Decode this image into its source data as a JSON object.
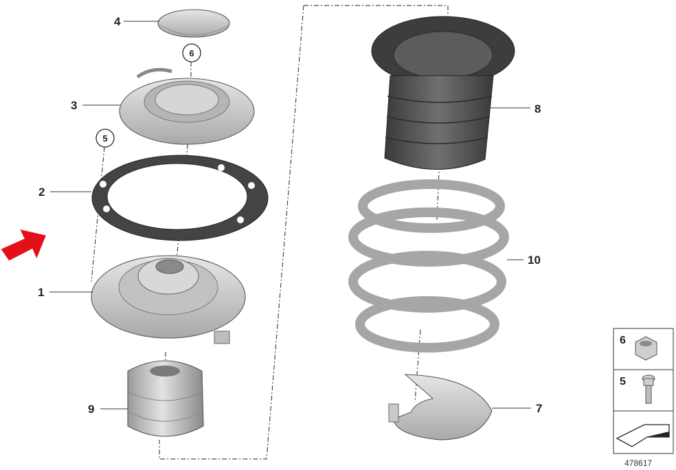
{
  "callouts": {
    "c1": "1",
    "c2": "2",
    "c3": "3",
    "c4": "4",
    "c5": "5",
    "c6": "6",
    "c7": "7",
    "c8": "8",
    "c9": "9",
    "c10": "10"
  },
  "legend": {
    "item_top": "6",
    "item_mid": "5"
  },
  "document_number": "478617",
  "colors": {
    "part_fill": "#c9c9c9",
    "part_dark": "#6b6b6b",
    "arrow": "#e3101a",
    "boot": "#4d4d4d"
  },
  "icons": [
    "red-arrow-icon",
    "nut-icon",
    "bolt-icon",
    "wedge-symbol-icon"
  ]
}
